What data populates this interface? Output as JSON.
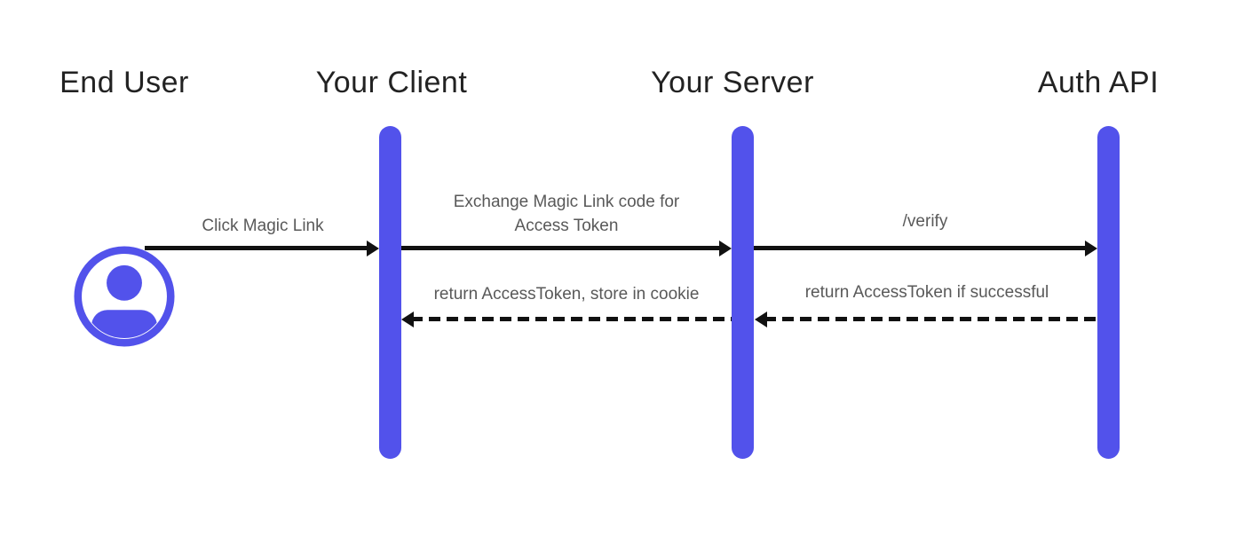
{
  "diagram": {
    "type": "sequence-diagram",
    "actors": [
      {
        "label": "End User"
      },
      {
        "label": "Your Client"
      },
      {
        "label": "Your Server"
      },
      {
        "label": "Auth API"
      }
    ],
    "messages": [
      {
        "label": "Click Magic Link",
        "from": "End User",
        "to": "Your Client",
        "style": "solid",
        "direction": "right"
      },
      {
        "label": "Exchange Magic Link code for Access Token",
        "from": "Your Client",
        "to": "Your Server",
        "style": "solid",
        "direction": "right"
      },
      {
        "label": "/verify",
        "from": "Your Server",
        "to": "Auth API",
        "style": "solid",
        "direction": "right"
      },
      {
        "label": "return AccessToken, store in cookie",
        "from": "Your Server",
        "to": "Your Client",
        "style": "dashed",
        "direction": "left"
      },
      {
        "label": "return AccessToken if successful",
        "from": "Auth API",
        "to": "Your Server",
        "style": "dashed",
        "direction": "left"
      }
    ],
    "icons": [
      {
        "name": "user-icon",
        "actor": "End User"
      }
    ],
    "colors": {
      "lifeline": "#5252eb",
      "arrow": "#111111",
      "actor_text": "#222222",
      "label_text": "#595959",
      "background": "#ffffff"
    }
  }
}
